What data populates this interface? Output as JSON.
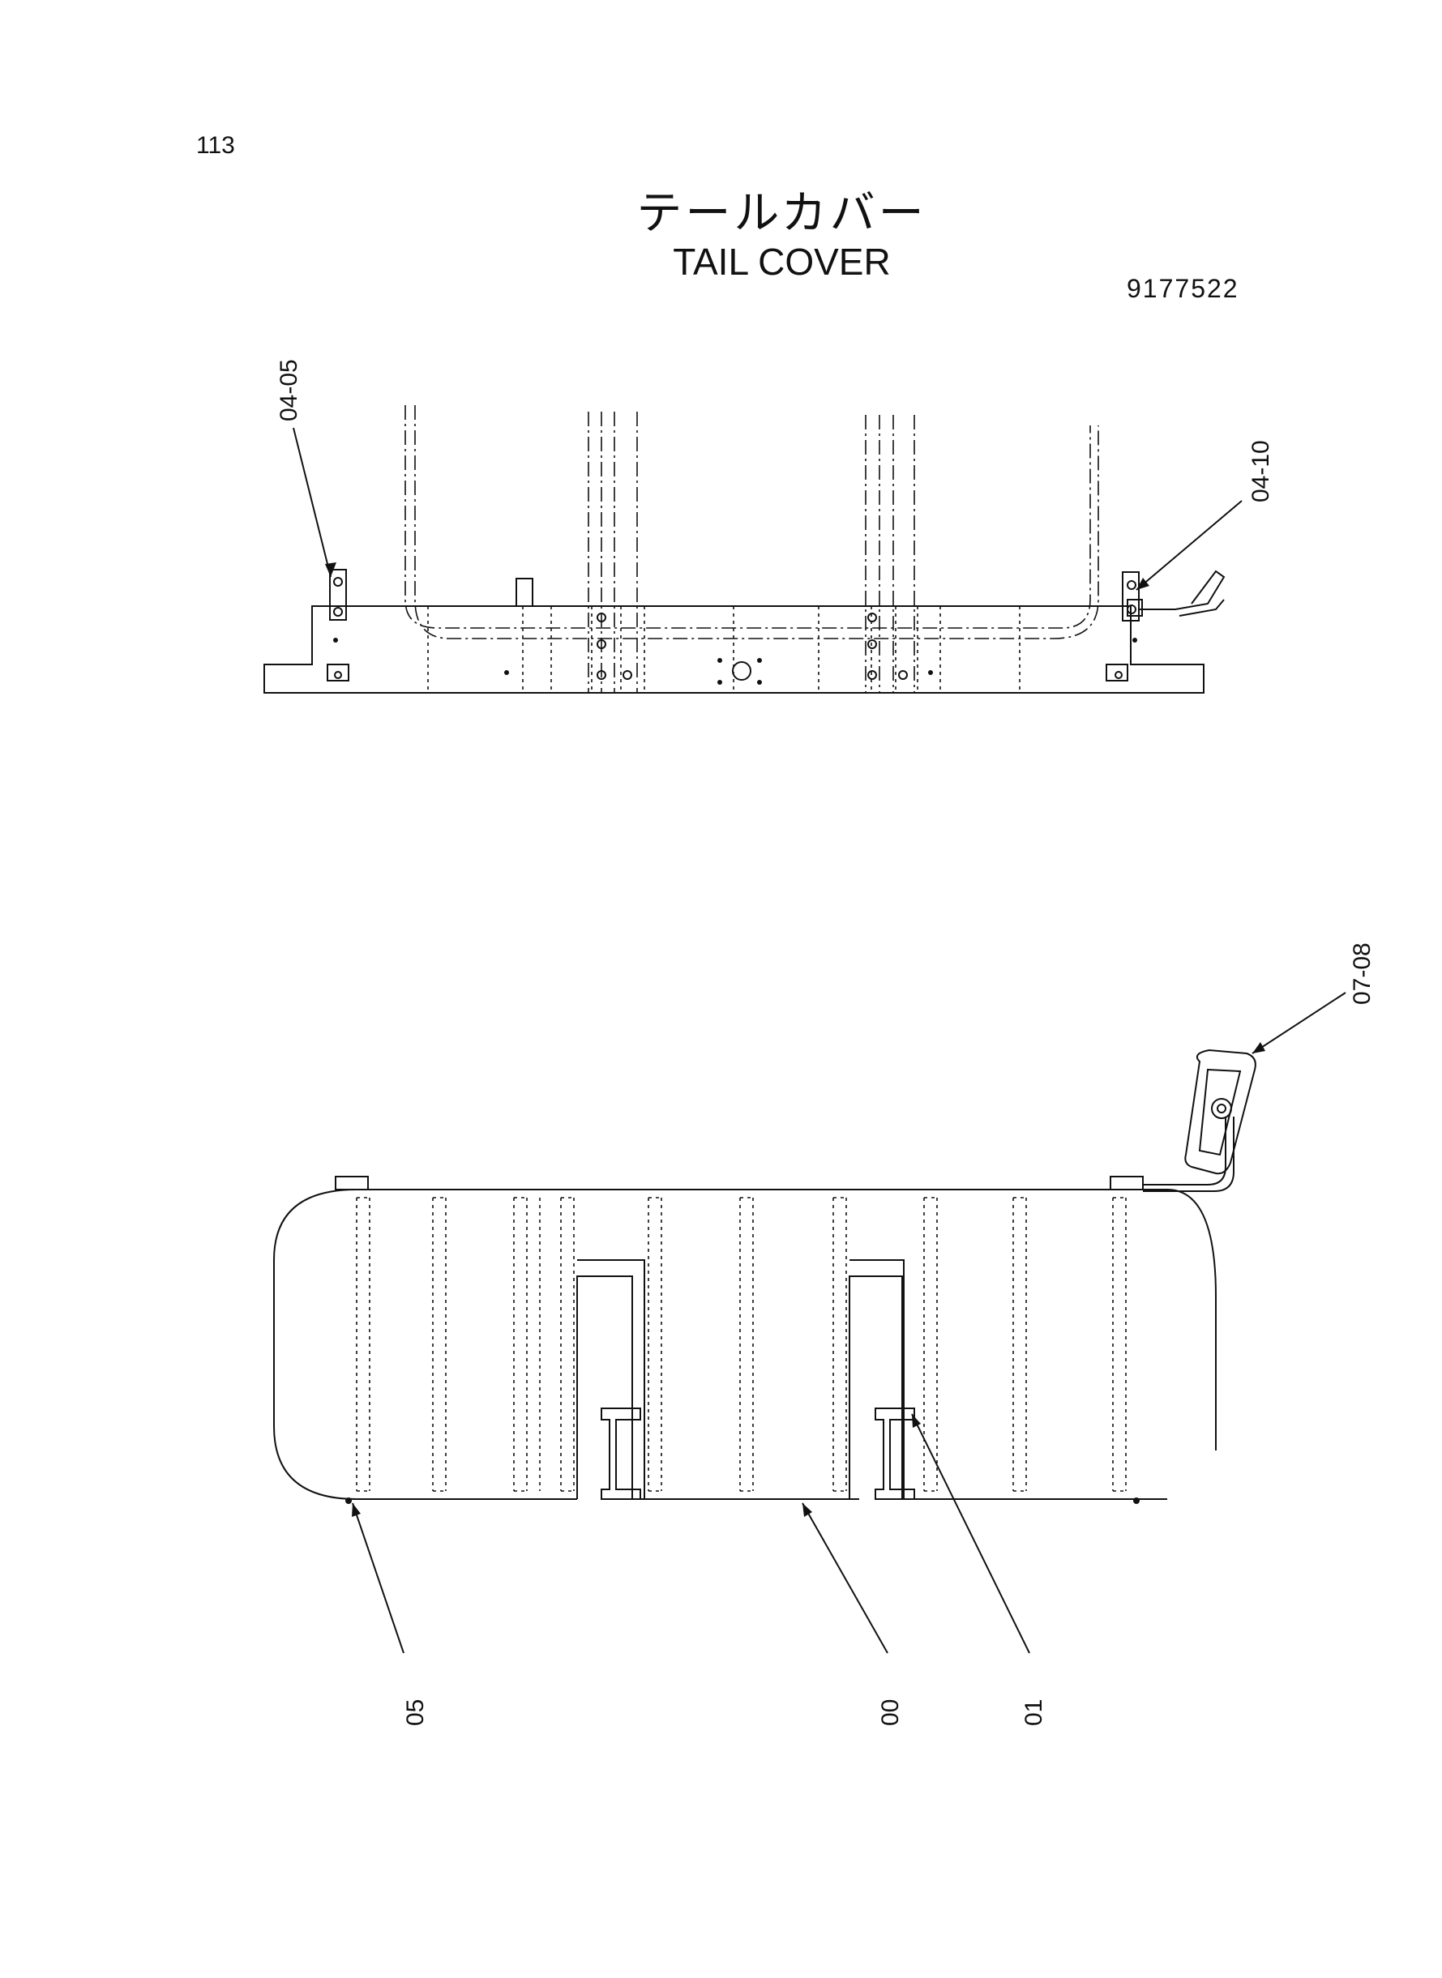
{
  "header": {
    "page_number": "113",
    "title_ja": "テールカバー",
    "title_en": "TAIL COVER",
    "part_number": "9177522"
  },
  "callouts": {
    "top_view": [
      "04-05",
      "04-10"
    ],
    "side_view": [
      "07-08",
      "05",
      "00",
      "01"
    ]
  }
}
